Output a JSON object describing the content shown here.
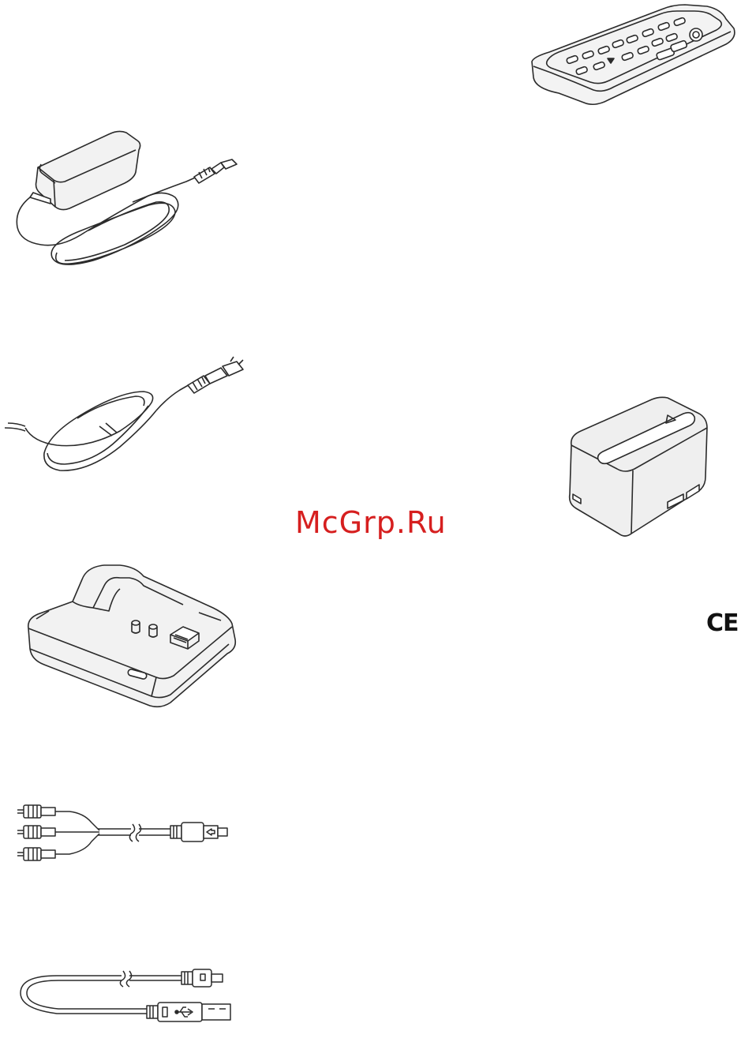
{
  "watermark": {
    "text": "McGrp.Ru",
    "color": "#d61f1f"
  },
  "marks": {
    "ce": "CE"
  },
  "illustrations": [
    {
      "name": "remote-commander-illustration",
      "icon": "remote-control"
    },
    {
      "name": "ac-adaptor-illustration",
      "icon": "ac-adaptor"
    },
    {
      "name": "power-cord-illustration",
      "icon": "power-cord"
    },
    {
      "name": "battery-pack-illustration",
      "icon": "battery-pack"
    },
    {
      "name": "handycam-station-illustration",
      "icon": "docking-station"
    },
    {
      "name": "av-cable-illustration",
      "icon": "av-connecting-cable"
    },
    {
      "name": "usb-cable-illustration",
      "icon": "usb-cable"
    }
  ]
}
